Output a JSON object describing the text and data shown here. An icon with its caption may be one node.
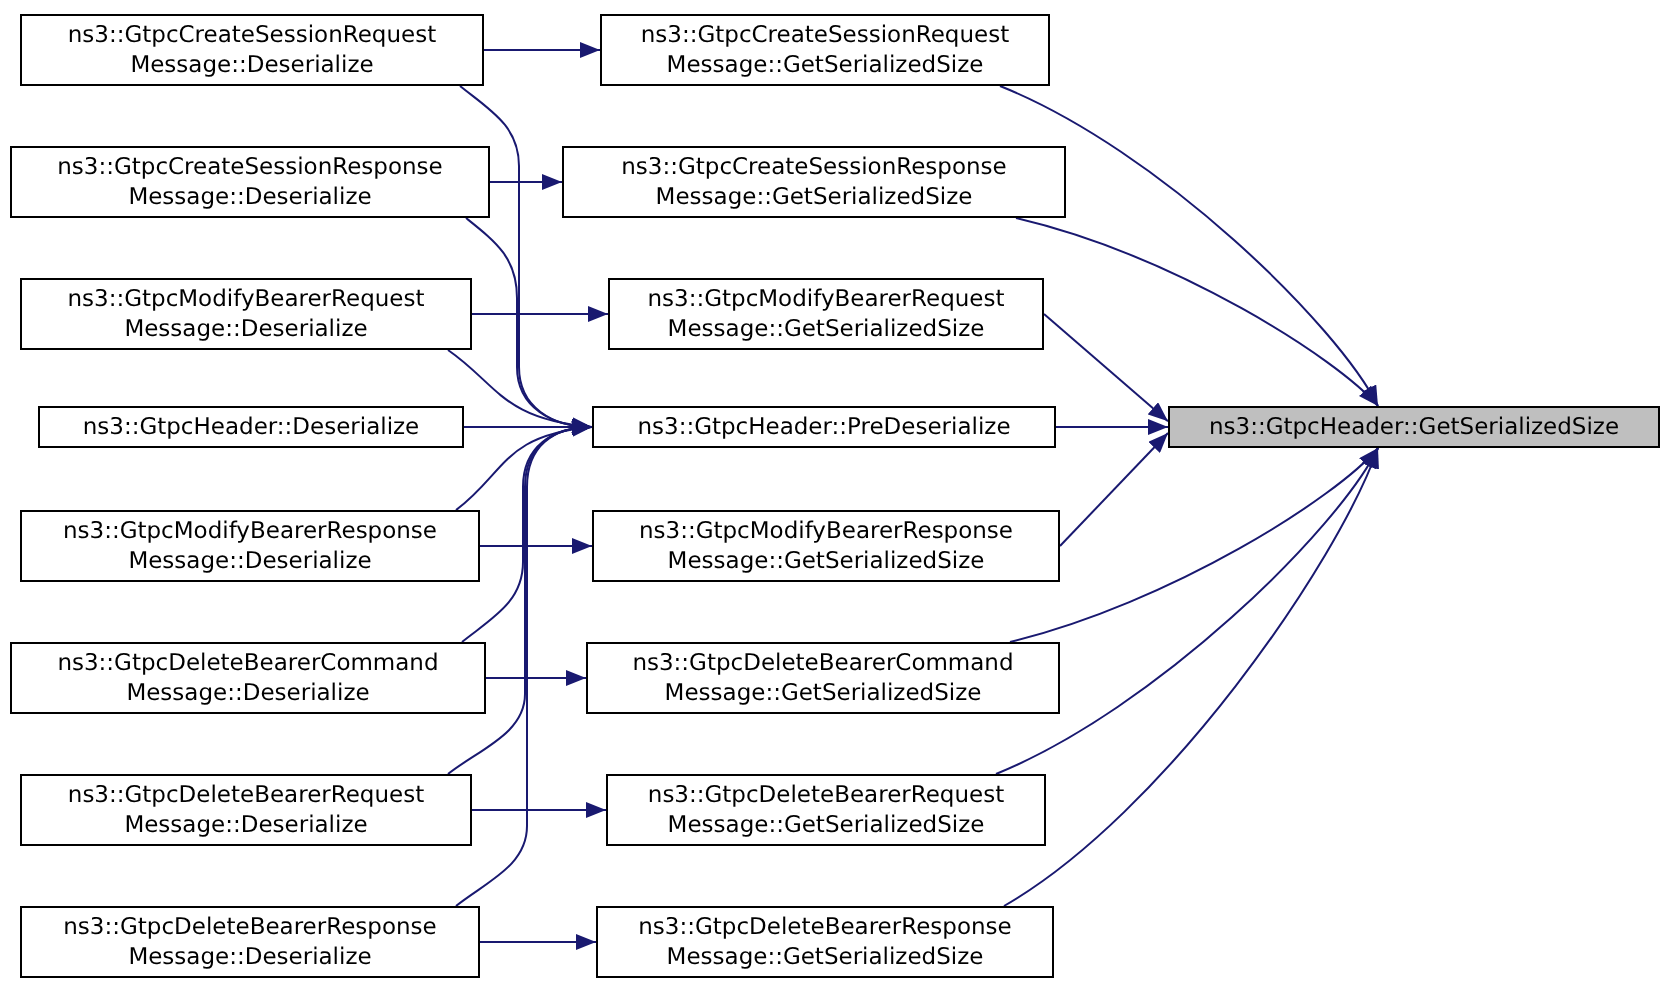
{
  "diagram": {
    "nodes": [
      {
        "text": [
          "ns3::GtpcCreateSessionRequest Message::Deserialize"
        ]
      },
      {
        "text": [
          "ns3::GtpcCreateSessionResponse Message::Deserialize"
        ]
      },
      {
        "text": [
          "ns3::GtpcModifyBearerRequest Message::Deserialize"
        ]
      },
      {
        "text": [
          "ns3::GtpcHeader::Deserialize"
        ]
      },
      {
        "text": [
          "ns3::GtpcModifyBearerResponse Message::Deserialize"
        ]
      },
      {
        "text": [
          "ns3::GtpcDeleteBearerCommand Message::Deserialize"
        ]
      },
      {
        "text": [
          "ns3::GtpcDeleteBearerRequest Message::Deserialize"
        ]
      },
      {
        "text": [
          "ns3::GtpcDeleteBearerResponse Message::Deserialize"
        ]
      },
      {
        "text": [
          "ns3::GtpcCreateSessionRequest Message::GetSerializedSize"
        ]
      },
      {
        "text": [
          "ns3::GtpcCreateSessionResponse Message::GetSerializedSize"
        ]
      },
      {
        "text": [
          "ns3::GtpcModifyBearerRequest Message::GetSerializedSize"
        ]
      },
      {
        "text": [
          "ns3::GtpcHeader::PreDeserialize"
        ]
      },
      {
        "text": [
          "ns3::GtpcModifyBearerResponse Message::GetSerializedSize"
        ]
      },
      {
        "text": [
          "ns3::GtpcDeleteBearerCommand Message::GetSerializedSize"
        ]
      },
      {
        "text": [
          "ns3::GtpcDeleteBearerRequest Message::GetSerializedSize"
        ]
      },
      {
        "text": [
          "ns3::GtpcDeleteBearerResponse Message::GetSerializedSize"
        ]
      },
      {
        "text": [
          "ns3::GtpcHeader::GetSerializedSize"
        ]
      }
    ],
    "edges": [
      {
        "from": 0,
        "to": 8,
        "arrow": "to"
      },
      {
        "from": 0,
        "to": 11,
        "arrow": "to"
      },
      {
        "from": 1,
        "to": 9,
        "arrow": "to"
      },
      {
        "from": 1,
        "to": 11,
        "arrow": "to"
      },
      {
        "from": 2,
        "to": 10,
        "arrow": "to"
      },
      {
        "from": 2,
        "to": 11,
        "arrow": "to"
      },
      {
        "from": 3,
        "to": 11,
        "arrow": "to"
      },
      {
        "from": 4,
        "to": 11,
        "arrow": "to"
      },
      {
        "from": 4,
        "to": 12,
        "arrow": "to"
      },
      {
        "from": 5,
        "to": 11,
        "arrow": "to"
      },
      {
        "from": 5,
        "to": 13,
        "arrow": "to"
      },
      {
        "from": 6,
        "to": 11,
        "arrow": "to"
      },
      {
        "from": 6,
        "to": 14,
        "arrow": "to"
      },
      {
        "from": 7,
        "to": 11,
        "arrow": "to"
      },
      {
        "from": 7,
        "to": 15,
        "arrow": "to"
      },
      {
        "from": 8,
        "to": 16,
        "arrow": "to"
      },
      {
        "from": 9,
        "to": 16,
        "arrow": "to"
      },
      {
        "from": 10,
        "to": 16,
        "arrow": "to"
      },
      {
        "from": 11,
        "to": 16,
        "arrow": "to"
      },
      {
        "from": 12,
        "to": 16,
        "arrow": "to"
      },
      {
        "from": 13,
        "to": 16,
        "arrow": "to"
      },
      {
        "from": 14,
        "to": 16,
        "arrow": "to"
      },
      {
        "from": 15,
        "to": 16,
        "arrow": "to"
      }
    ]
  }
}
